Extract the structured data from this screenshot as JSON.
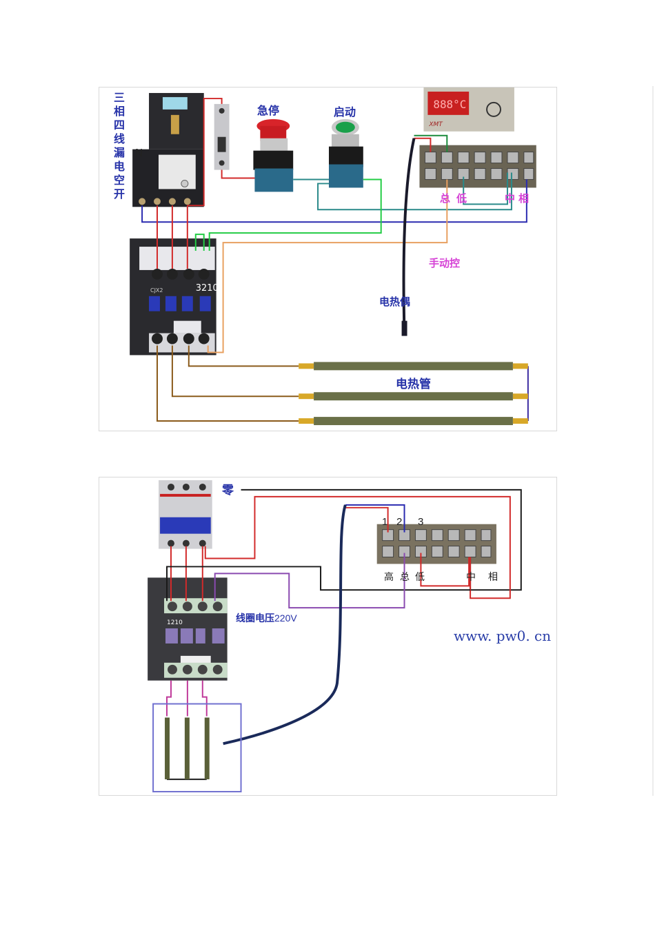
{
  "figure1": {
    "title_vertical": "三相四线漏电空开",
    "neutral_label": "N",
    "emergency_stop_label": "急停",
    "start_label": "启动",
    "terminal_labels": {
      "common": "总",
      "low": "低",
      "neutral": "中",
      "phase": "相"
    },
    "manual_control_label": "手动控",
    "thermocouple_label": "电热偶",
    "heater_label": "电热管",
    "contactor_model": "3210",
    "contactor_brand": "CJX2",
    "controller_display": "888°C",
    "controller_brand": "XMT",
    "wire_colors": {
      "red": "#d22a2a",
      "blue": "#2a2ab0",
      "green": "#22cc44",
      "teal": "#2a8a8a",
      "orange": "#e8a060",
      "brown": "#8a5a1a"
    }
  },
  "figure2": {
    "neutral_label": "零",
    "terminal_numbers": [
      "1",
      "2",
      "3"
    ],
    "terminal_labels": {
      "high": "高",
      "common": "总",
      "low": "低",
      "neutral": "中",
      "phase": "相"
    },
    "coil_voltage_label": "线圈电压",
    "coil_voltage_value": "220V",
    "contactor_model": "1210",
    "website": "www. pw0. cn",
    "wire_colors": {
      "red": "#d22a2a",
      "black": "#1a1a1a",
      "purple": "#8a4ab0",
      "blue": "#2a2ab0",
      "box": "#7070d0"
    }
  }
}
